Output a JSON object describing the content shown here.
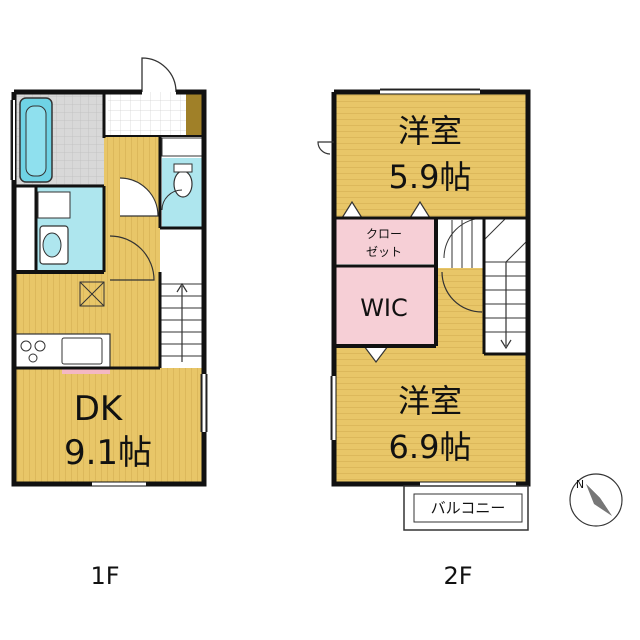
{
  "floors": {
    "first": {
      "label": "1F",
      "dk": {
        "name": "DK",
        "size": "9.1帖"
      }
    },
    "second": {
      "label": "2F",
      "room_upper": {
        "name": "洋室",
        "size": "5.9帖"
      },
      "room_lower": {
        "name": "洋室",
        "size": "6.9帖"
      },
      "closet": {
        "line1": "クロー",
        "line2": "ゼット"
      },
      "wic": "WIC",
      "balcony": "バルコニー"
    }
  },
  "compass": {
    "north_label": "N",
    "icon": "compass-icon"
  },
  "colors": {
    "floor_wood": "#e8c668",
    "wet_area": "#aee6ee",
    "closet": "#f6cfd6",
    "wall": "#111111",
    "stairs": "#ffffff"
  }
}
